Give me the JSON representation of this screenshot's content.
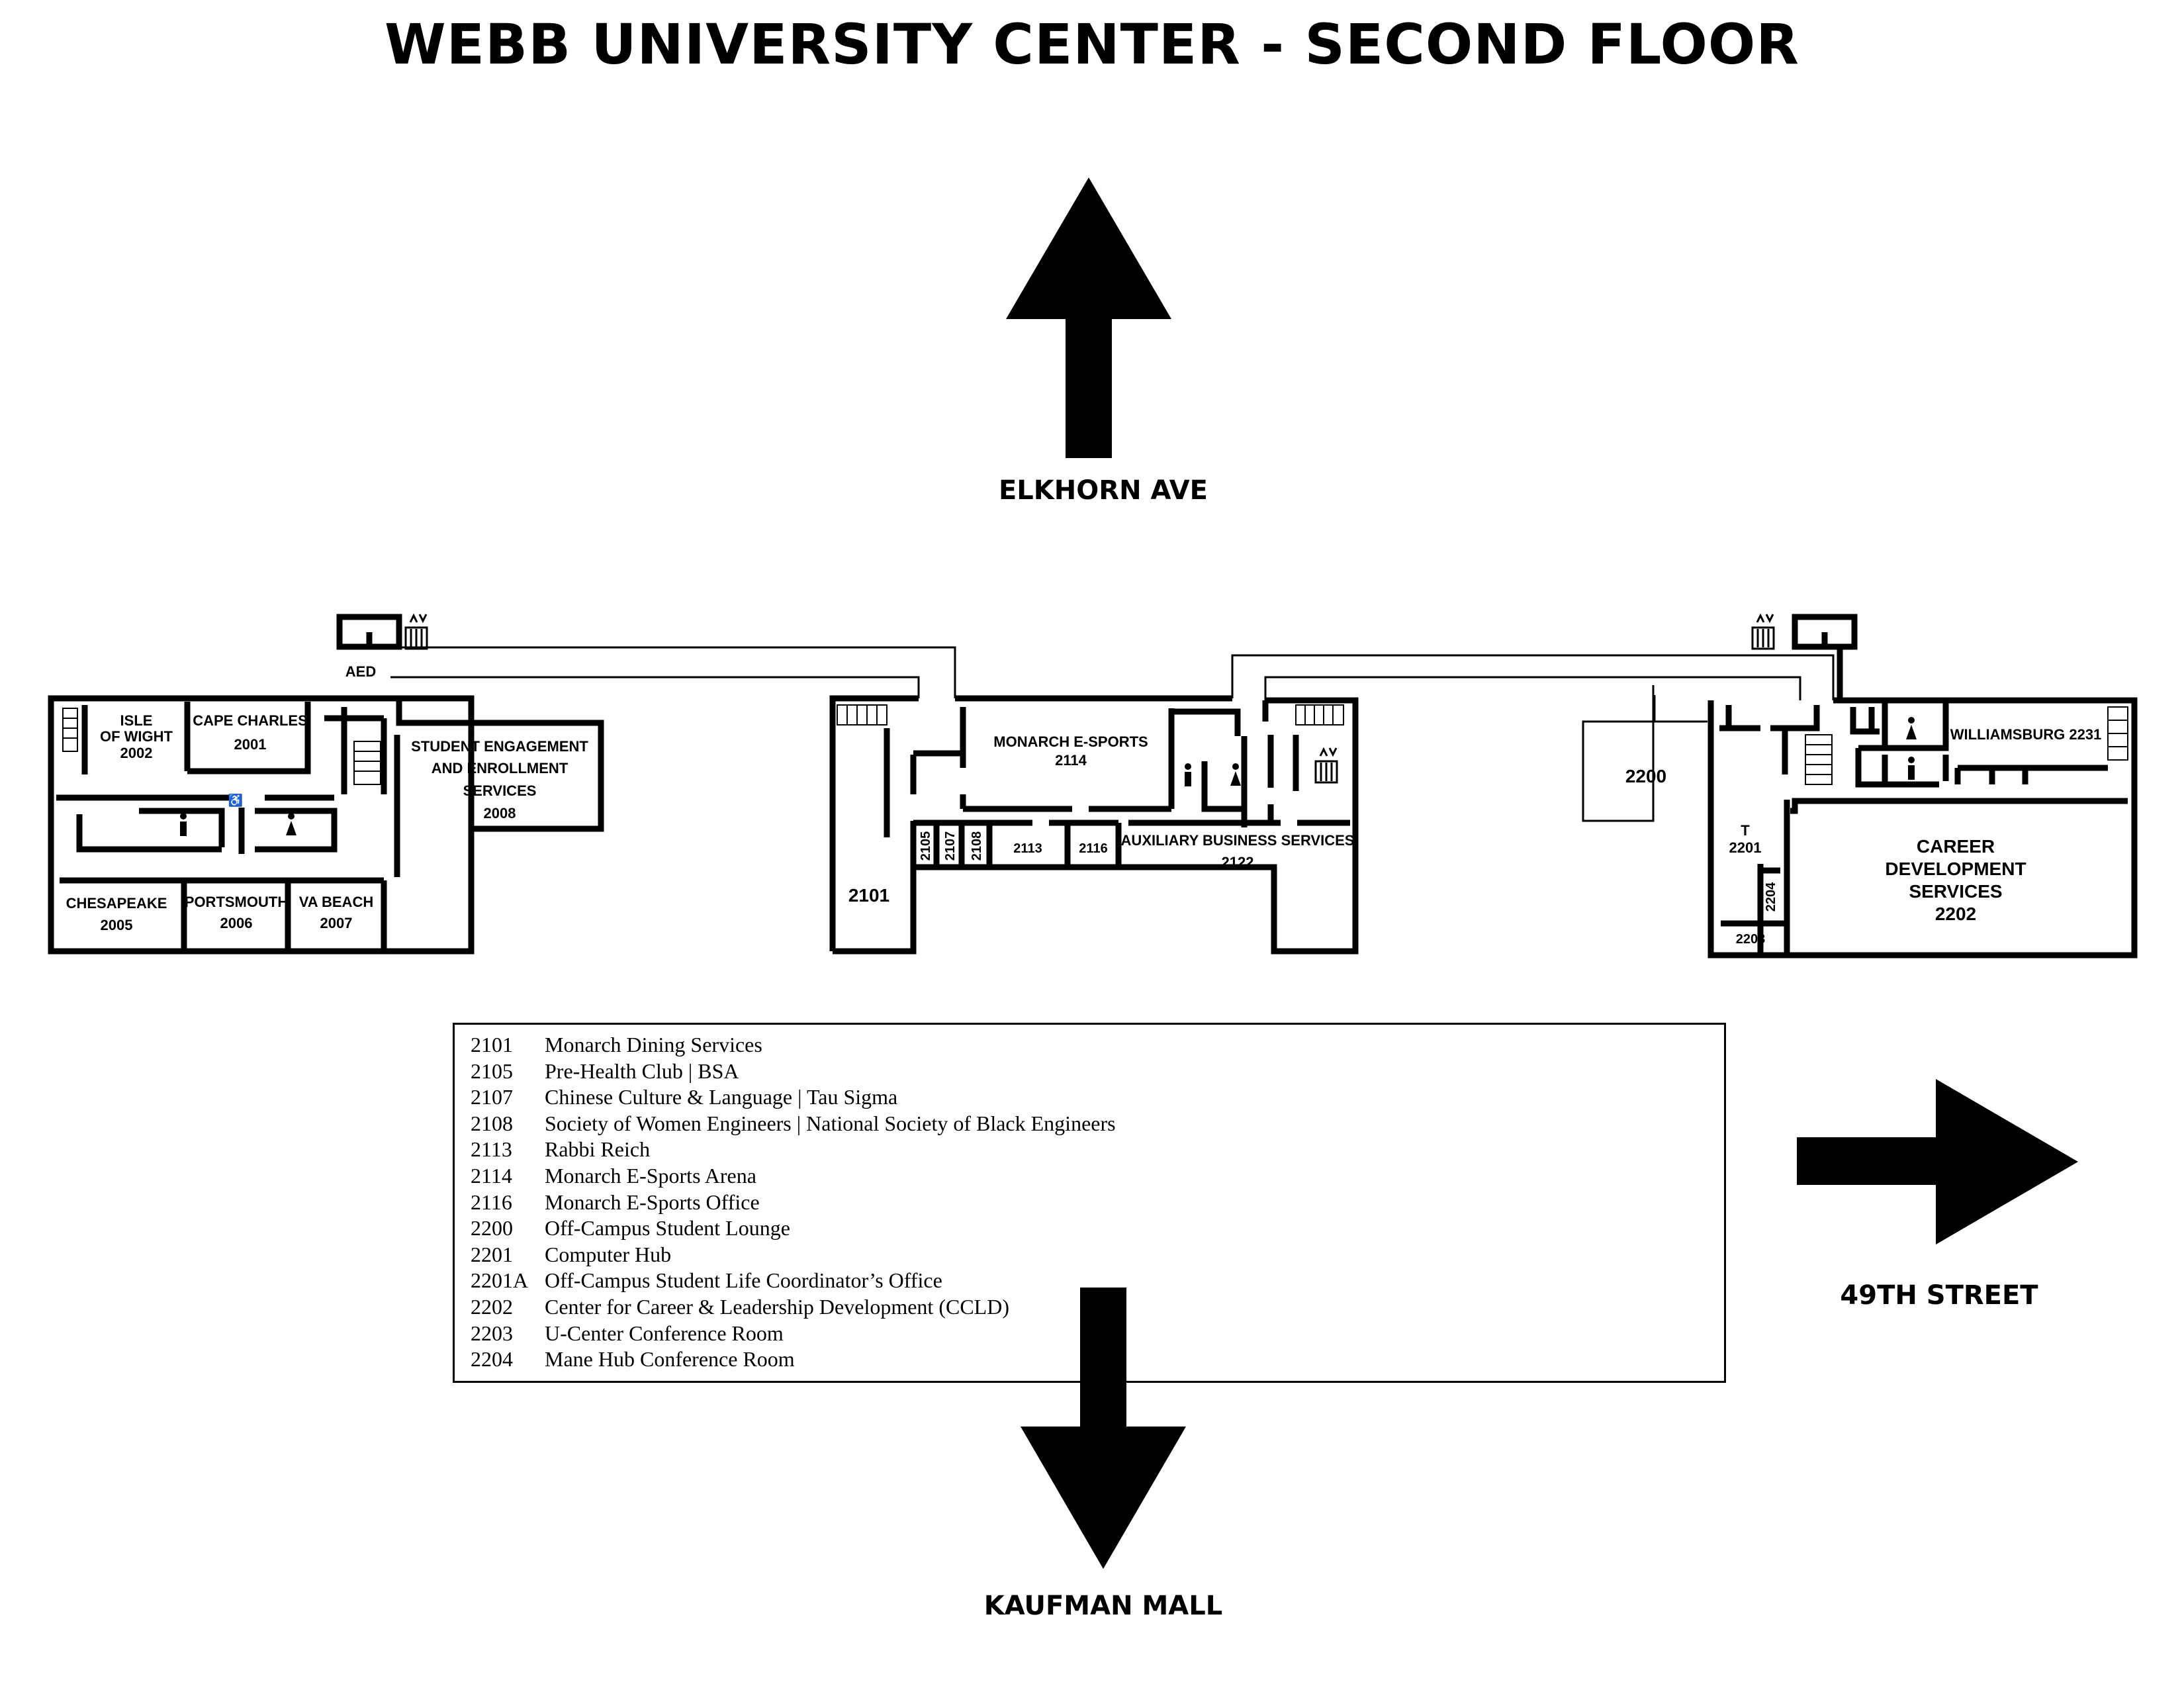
{
  "title": "WEBB UNIVERSITY CENTER - SECOND FLOOR",
  "streets": {
    "north": "ELKHORN AVE",
    "south": "KAUFMAN MALL",
    "east": "49TH STREET"
  },
  "markers": {
    "aed": "AED",
    "computer_hub_t": "T"
  },
  "rooms": {
    "isle_of_wight": [
      "ISLE",
      "OF WIGHT",
      "2002"
    ],
    "cape_charles": [
      "CAPE CHARLES",
      "2001"
    ],
    "student_engagement": [
      "STUDENT ENGAGEMENT",
      "AND ENROLLMENT",
      "SERVICES",
      "2008"
    ],
    "chesapeake": [
      "CHESAPEAKE",
      "2005"
    ],
    "portsmouth": [
      "PORTSMOUTH",
      "2006"
    ],
    "va_beach": [
      "VA BEACH",
      "2007"
    ],
    "monarch_esports": [
      "MONARCH E-SPORTS",
      "2114"
    ],
    "r2101": "2101",
    "r2105": "2105",
    "r2107": "2107",
    "r2108": "2108",
    "r2113": "2113",
    "r2116": "2116",
    "auxiliary": [
      "AUXILIARY  BUSINESS SERVICES",
      "2122"
    ],
    "r2200": "2200",
    "r2201": "2201",
    "williamsburg": "WILLIAMSBURG 2231",
    "career": [
      "CAREER",
      "DEVELOPMENT",
      "SERVICES",
      "2202"
    ],
    "r2203": "2203",
    "r2204": "2204"
  },
  "legend": [
    {
      "number": "2101",
      "name": "Monarch Dining Services"
    },
    {
      "number": "2105",
      "name": "Pre-Health Club | BSA"
    },
    {
      "number": "2107",
      "name": "Chinese Culture & Language | Tau Sigma"
    },
    {
      "number": "2108",
      "name": "Society of Women Engineers | National Society of Black Engineers"
    },
    {
      "number": "2113",
      "name": "Rabbi Reich"
    },
    {
      "number": "2114",
      "name": "Monarch E-Sports Arena"
    },
    {
      "number": "2116",
      "name": "Monarch E-Sports Office"
    },
    {
      "number": "2200",
      "name": "Off-Campus Student Lounge"
    },
    {
      "number": "2201",
      "name": "Computer Hub"
    },
    {
      "number": "2201A",
      "name": "Off-Campus Student Life Coordinator’s Office"
    },
    {
      "number": "2202",
      "name": "Center for Career & Leadership Development  (CCLD)"
    },
    {
      "number": "2203",
      "name": "U-Center Conference Room"
    },
    {
      "number": "2204",
      "name": "Mane Hub Conference Room"
    }
  ],
  "colors": {
    "ink": "#000000",
    "paper": "#ffffff"
  },
  "icons": [
    "north-arrow-icon",
    "south-arrow-icon",
    "east-arrow-icon",
    "elevator-icon",
    "restroom-man-icon",
    "restroom-woman-icon",
    "accessible-icon",
    "stairs-icon"
  ]
}
